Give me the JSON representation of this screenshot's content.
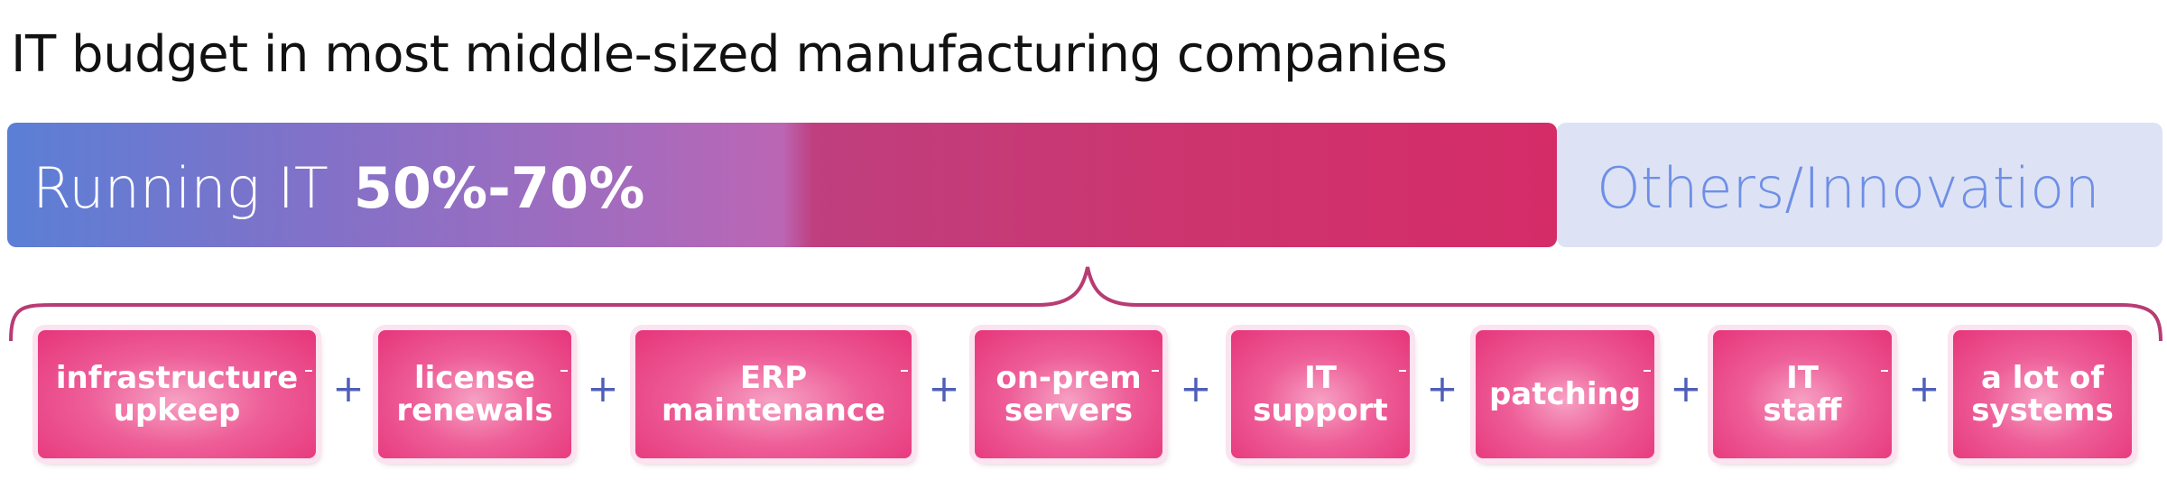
{
  "title": "IT budget in most middle-sized manufacturing companies",
  "bar": {
    "running_label": "Running IT",
    "running_percent": "50%-70%",
    "others_label": "Others/Innovation"
  },
  "items": [
    {
      "line1": "infrastructure",
      "line2": "upkeep"
    },
    {
      "line1": "license",
      "line2": "renewals"
    },
    {
      "line1": "ERP",
      "line2": "maintenance"
    },
    {
      "line1": "on-prem",
      "line2": "servers"
    },
    {
      "line1": "IT",
      "line2": "support"
    },
    {
      "line1": "patching",
      "line2": ""
    },
    {
      "line1": "IT",
      "line2": "staff"
    },
    {
      "line1": "a lot of",
      "line2": "systems"
    }
  ],
  "operator": "+",
  "colors": {
    "running_start": "#5b7fd6",
    "running_end": "#d52c68",
    "others_bg": "#dde3f5",
    "others_text": "#6f8fe6",
    "box": "#e6357a",
    "plus": "#4f5fb8",
    "brace": "#b83c74"
  }
}
